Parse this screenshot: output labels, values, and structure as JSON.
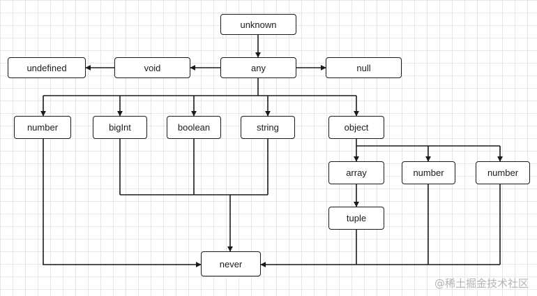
{
  "diagram": {
    "nodes": {
      "unknown": "unknown",
      "undefined": "undefined",
      "void": "void",
      "any": "any",
      "null": "null",
      "number": "number",
      "bigint": "bigInt",
      "boolean": "boolean",
      "string": "string",
      "object": "object",
      "array": "array",
      "number_2": "number",
      "number_3": "number",
      "tuple": "tuple",
      "never": "never"
    },
    "edge_color": "#1a1a1a"
  },
  "watermark": "@稀土掘金技术社区"
}
